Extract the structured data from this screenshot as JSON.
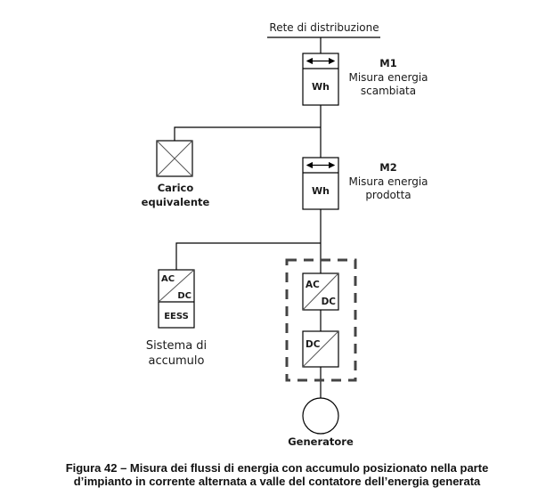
{
  "diagram": {
    "grid_label": "Rete di distribuzione",
    "meters": [
      {
        "id": "M1",
        "unit": "Wh",
        "description_line1": "Misura energia",
        "description_line2": "scambiata"
      },
      {
        "id": "M2",
        "unit": "Wh",
        "description_line1": "Misura energia",
        "description_line2": "prodotta"
      }
    ],
    "load": {
      "label_line1": "Carico",
      "label_line2": "equivalente"
    },
    "storage": {
      "converter_top": "AC",
      "converter_bottom": "DC",
      "unit": "EESS",
      "label_line1": "Sistema di",
      "label_line2": "accumulo"
    },
    "generation_block": {
      "inverter_top": "AC",
      "inverter_bottom": "DC",
      "dcdc_label": "DC"
    },
    "generator": {
      "label": "Generatore"
    },
    "icons": [
      "bidirectional-arrow-icon",
      "load-cross-icon",
      "converter-diagonal-icon",
      "generator-circle-icon"
    ]
  },
  "caption": {
    "line1": "Figura 42 – Misura dei flussi di energia con accumulo posizionato nella parte",
    "line2": "d’impianto in corrente alternata a valle del contatore dell’energia generata"
  }
}
